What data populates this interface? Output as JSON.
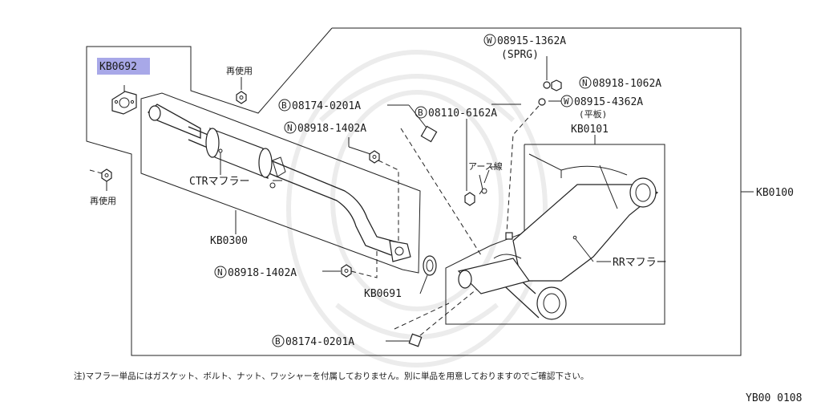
{
  "diagram": {
    "parts": {
      "kb0692": "KB0692",
      "kb0100": "KB0100",
      "kb0300": "KB0300",
      "kb0691": "KB0691",
      "kb0101": "KB0101"
    },
    "labels": {
      "reuse_top": "再使用",
      "reuse_left": "再使用",
      "ctr_muffler": "CTRマフラー",
      "rr_muffler": "RRマフラー",
      "earth_wire": "アース線",
      "sprg": "(SPRG)",
      "flat": "(平板)"
    },
    "callouts": {
      "w_08915_1362a": "08915-1362A",
      "n_08918_1062a": "08918-1062A",
      "w_08915_4362a": "08915-4362A",
      "b_08174_0201a_top": "08174-0201A",
      "b_08110_6162a": "08110-6162A",
      "n_08918_1402a_top": "08918-1402A",
      "n_08918_1402a_bottom": "08918-1402A",
      "b_08174_0201a_bottom": "08174-0201A"
    },
    "prefixes": {
      "b": "B",
      "n": "N",
      "w": "W"
    },
    "note": "注)マフラー単品にはガスケット、ボルト、ナット、ワッシャーを付属しておりません。別に単品を用意しておりますのでご確認下さい。",
    "page_code": "YB00 0108"
  },
  "colors": {
    "highlight": "#a8a8e8",
    "ink": "#1a1a1a"
  }
}
